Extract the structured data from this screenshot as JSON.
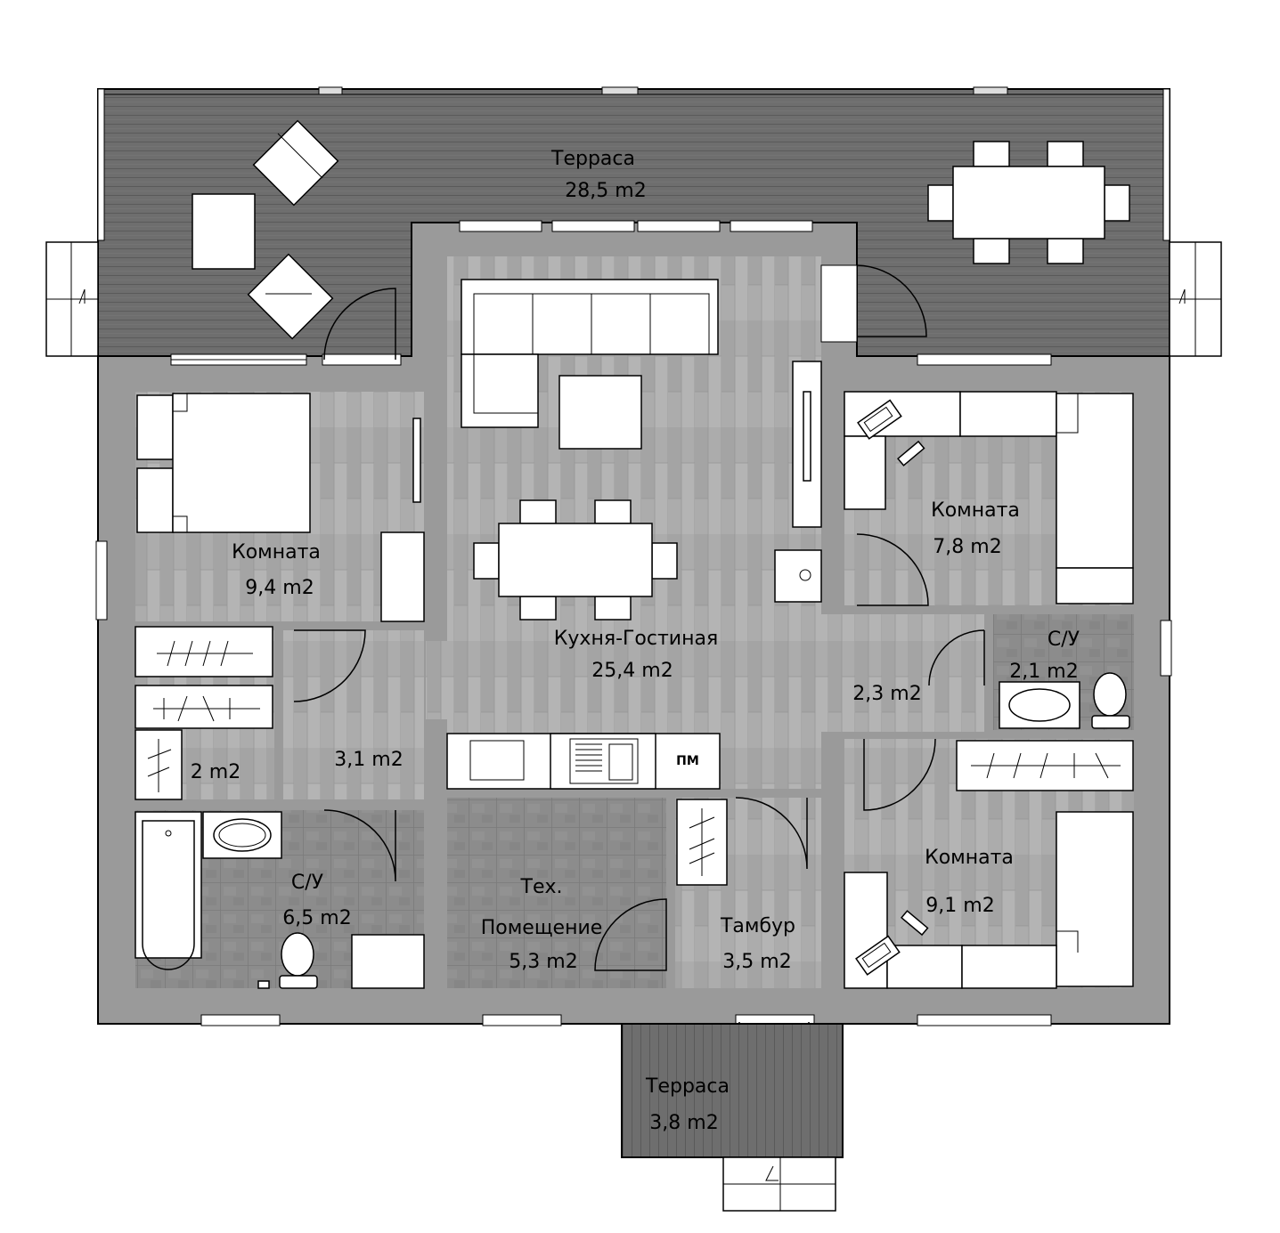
{
  "rooms": {
    "terrace_top": {
      "name": "Терраса",
      "area": "28,5 m2"
    },
    "room_left": {
      "name": "Комната",
      "area": "9,4 m2"
    },
    "kitchen": {
      "name": "Кухня-Гостиная",
      "area": "25,4 m2"
    },
    "room_right_top": {
      "name": "Комната",
      "area": "7,8 m2"
    },
    "hall_right": {
      "area": "2,3 m2"
    },
    "wc_small": {
      "name": "С/У",
      "area": "2,1 m2"
    },
    "closet": {
      "area": "2 m2"
    },
    "hall_left": {
      "area": "3,1 m2"
    },
    "bathroom": {
      "name": "С/У",
      "area": "6,5 m2"
    },
    "tech": {
      "name_line1": "Тех.",
      "name_line2": "Помещение",
      "area": "5,3 m2"
    },
    "vestibule": {
      "name": "Тамбур",
      "area": "3,5 m2"
    },
    "room_right_bottom": {
      "name": "Комната",
      "area": "9,1 m2"
    },
    "terrace_bottom": {
      "name": "Терраса",
      "area": "3,8 m2"
    }
  },
  "fixtures": {
    "dishwasher": "ПМ"
  },
  "colors": {
    "wall": "#9a9a9a",
    "terrace_deck": "#6e6e6e",
    "wood_floor": "#aaaaaa",
    "tile_floor": "#8a8a8a",
    "furniture": "#ffffff"
  }
}
